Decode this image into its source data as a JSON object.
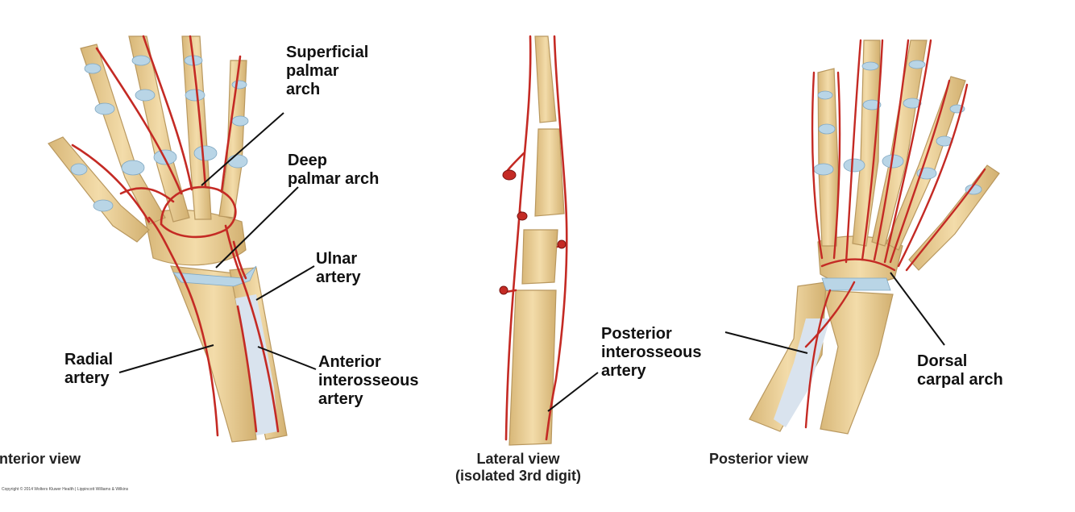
{
  "labels": {
    "superficial_palmar_arch": "Superficial\npalmar\narch",
    "deep_palmar_arch": "Deep\npalmar arch",
    "ulnar_artery": "Ulnar\nartery",
    "radial_artery": "Radial\nartery",
    "anterior_interosseous_artery": "Anterior\ninterosseous\nartery",
    "posterior_interosseous_artery": "Posterior\ninterosseous\nartery",
    "dorsal_carpal_arch": "Dorsal\ncarpal arch"
  },
  "captions": {
    "anterior": "Anterior view",
    "lateral": "Lateral view\n(isolated 3rd digit)",
    "posterior": "Posterior view"
  },
  "copyright": "Copyright © 2014 Wolters Kluwer Health | Lippincott Williams & Wilkins",
  "colors": {
    "bone": "#e9cf98",
    "bone_outline": "#b9985f",
    "cartilage": "#b9d5e6",
    "artery": "#c42a24",
    "membrane": "#d9e3ee",
    "leader": "#111111"
  }
}
